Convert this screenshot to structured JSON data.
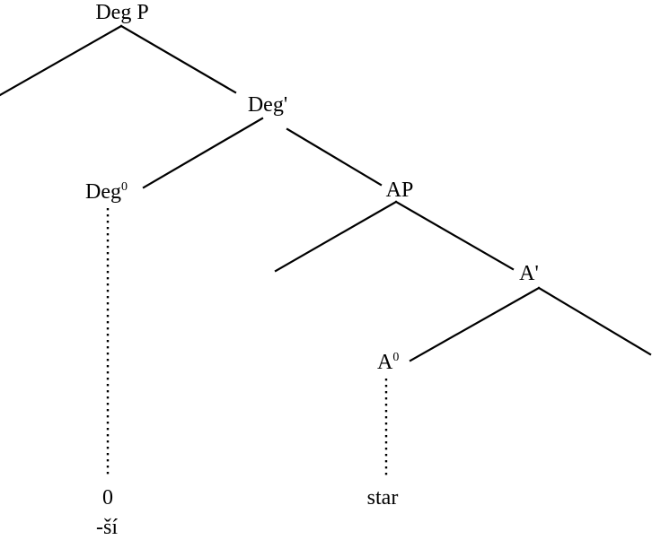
{
  "tree": {
    "nodes": {
      "degp": {
        "label": "Deg P"
      },
      "degbar": {
        "label": "Deg'"
      },
      "deg0": {
        "label": "Deg",
        "sup": "0"
      },
      "ap": {
        "label": "AP"
      },
      "abar": {
        "label": "A'"
      },
      "a0": {
        "label": "A",
        "sup": "0"
      }
    },
    "leaves": {
      "deg_leaf": "0",
      "deg_morph": "-ší",
      "a_leaf": "star"
    }
  }
}
